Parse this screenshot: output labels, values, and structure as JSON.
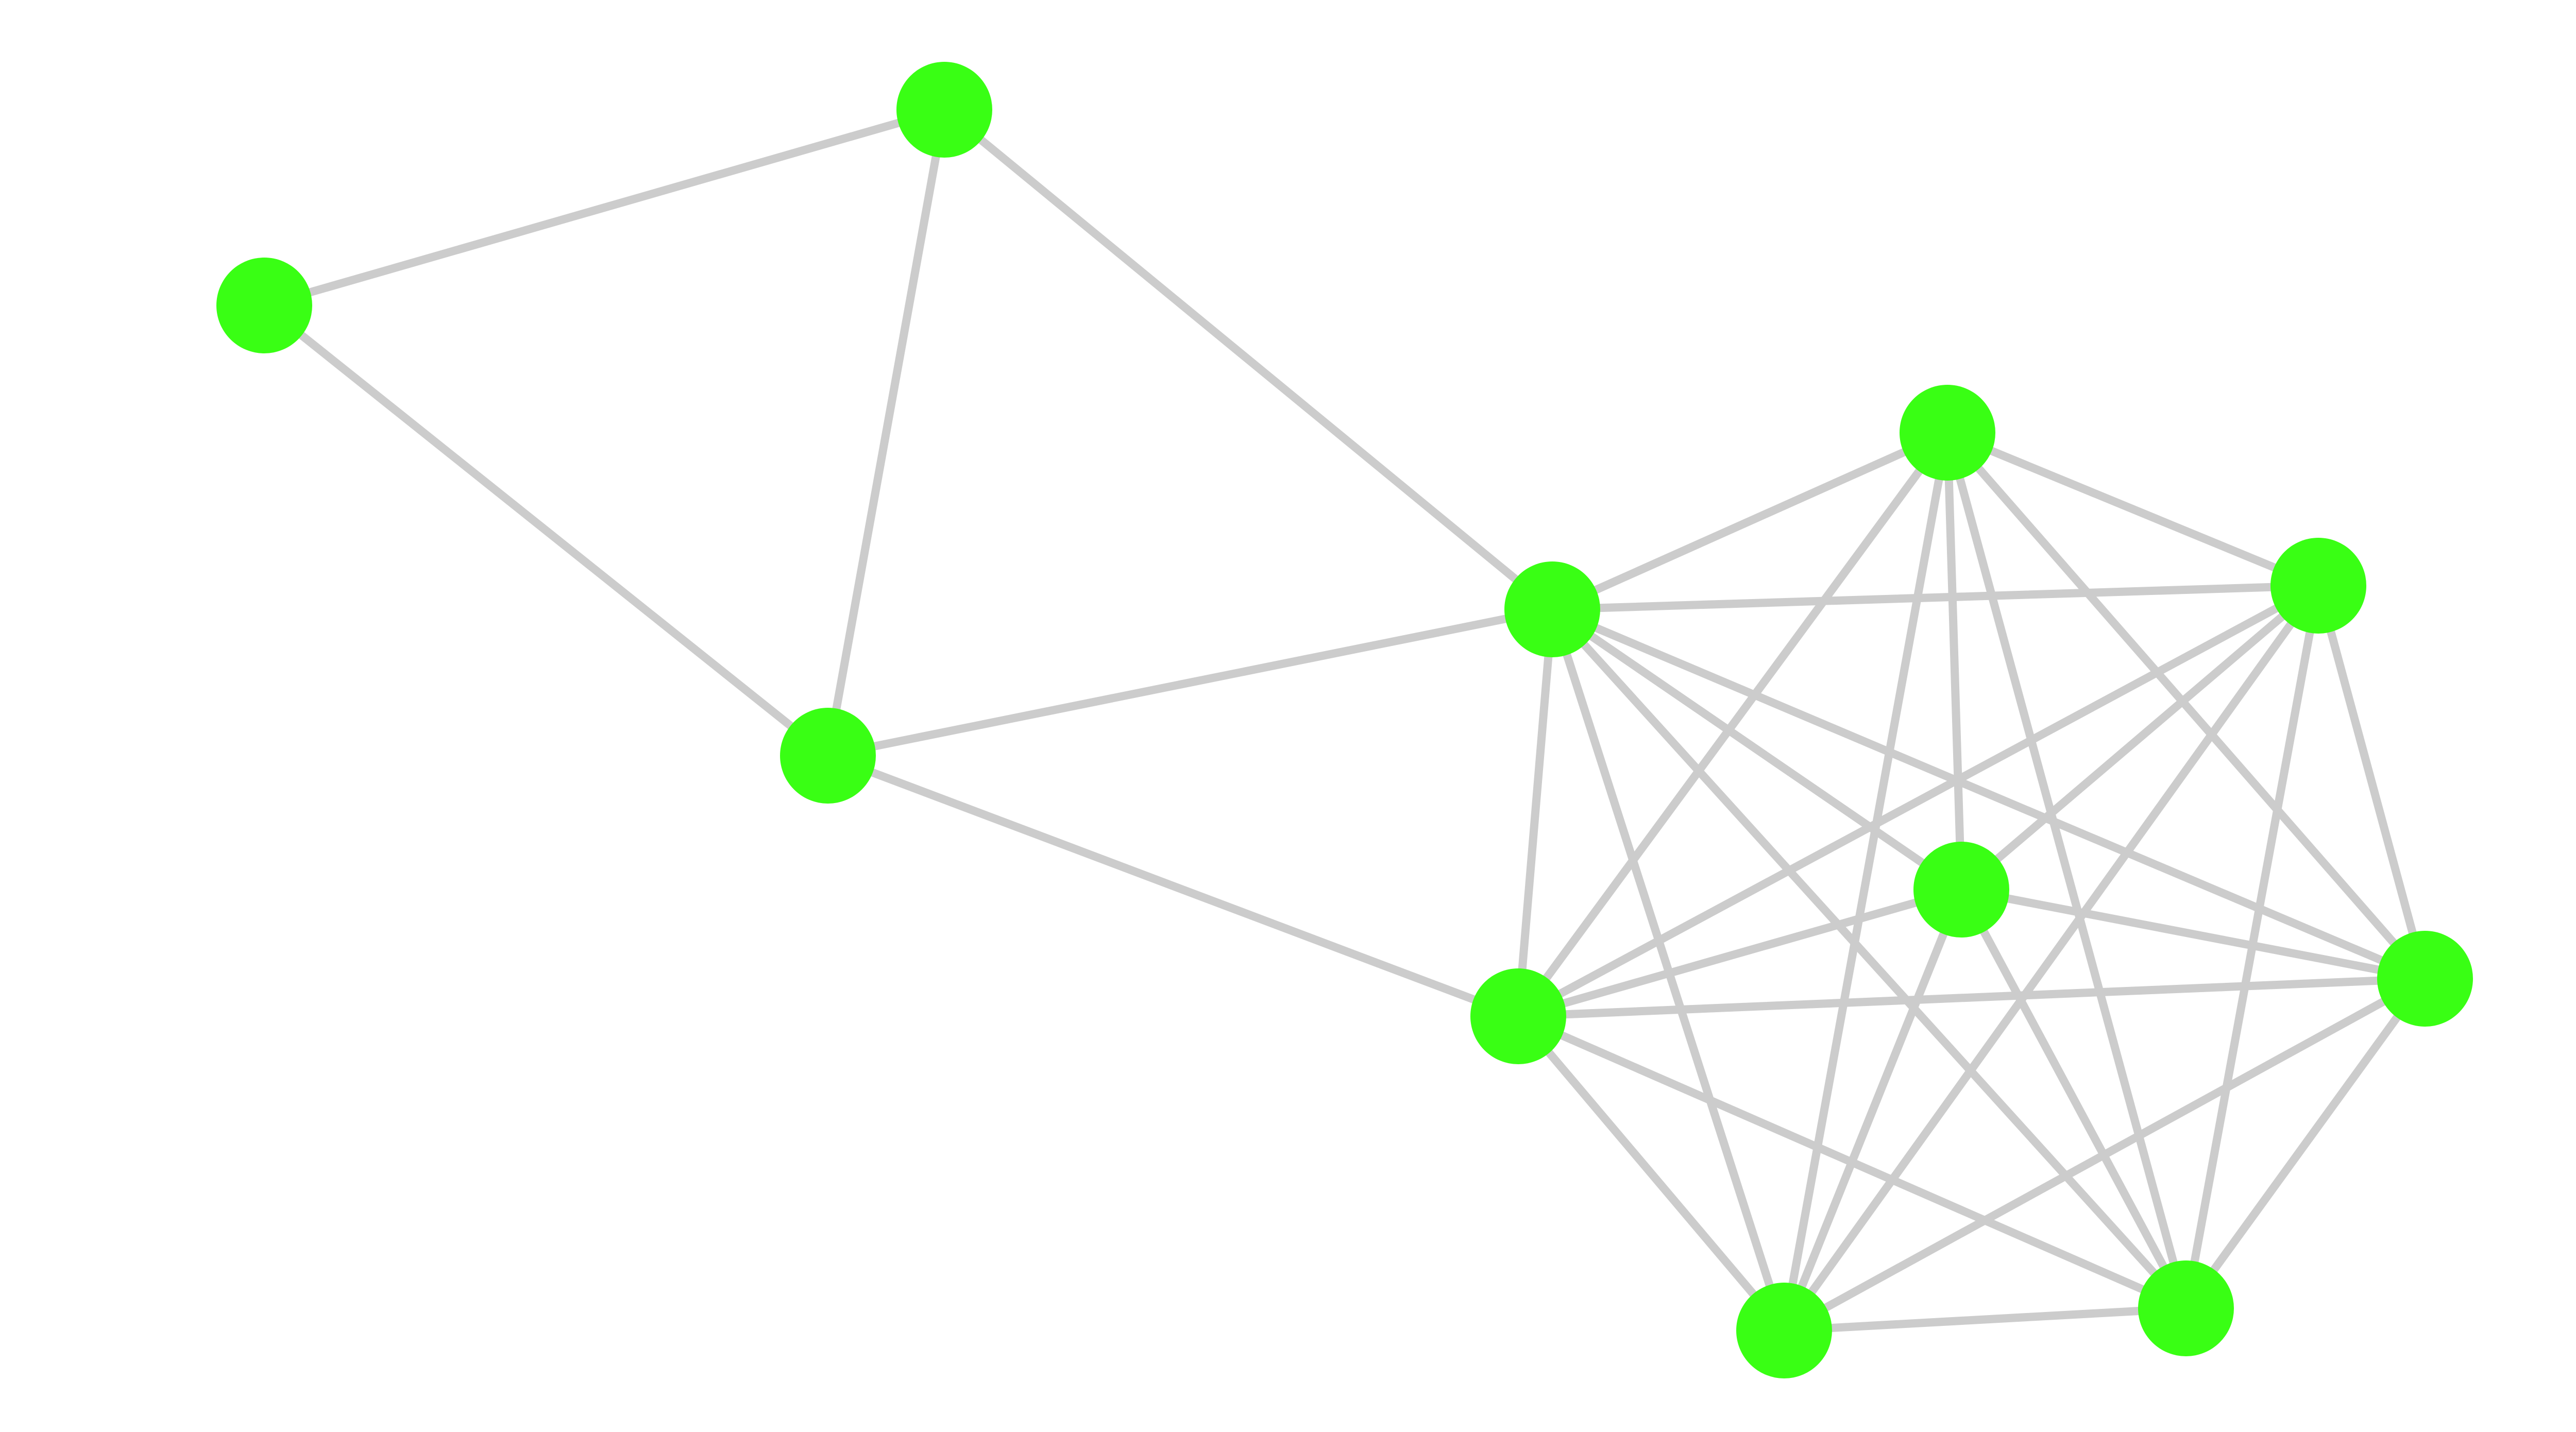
{
  "graph": {
    "node_color": "#39ff14",
    "edge_color": "#cccccc",
    "background_color": "#ffffff",
    "nodes": [
      {
        "id": "n0"
      },
      {
        "id": "n1"
      },
      {
        "id": "n2"
      },
      {
        "id": "n3"
      },
      {
        "id": "n4"
      },
      {
        "id": "n5"
      },
      {
        "id": "n6"
      },
      {
        "id": "n7"
      },
      {
        "id": "n8"
      },
      {
        "id": "n9"
      },
      {
        "id": "n10"
      }
    ],
    "edges": [
      [
        "n0",
        "n1"
      ],
      [
        "n0",
        "n2"
      ],
      [
        "n1",
        "n2"
      ],
      [
        "n1",
        "n3"
      ],
      [
        "n2",
        "n3"
      ],
      [
        "n2",
        "n4"
      ],
      [
        "n3",
        "n4"
      ],
      [
        "n3",
        "n5"
      ],
      [
        "n3",
        "n6"
      ],
      [
        "n3",
        "n7"
      ],
      [
        "n3",
        "n8"
      ],
      [
        "n3",
        "n9"
      ],
      [
        "n3",
        "n10"
      ],
      [
        "n4",
        "n5"
      ],
      [
        "n4",
        "n6"
      ],
      [
        "n4",
        "n7"
      ],
      [
        "n4",
        "n8"
      ],
      [
        "n4",
        "n9"
      ],
      [
        "n4",
        "n10"
      ],
      [
        "n5",
        "n6"
      ],
      [
        "n5",
        "n7"
      ],
      [
        "n5",
        "n8"
      ],
      [
        "n5",
        "n9"
      ],
      [
        "n5",
        "n10"
      ],
      [
        "n6",
        "n7"
      ],
      [
        "n6",
        "n8"
      ],
      [
        "n6",
        "n9"
      ],
      [
        "n6",
        "n10"
      ],
      [
        "n7",
        "n8"
      ],
      [
        "n7",
        "n9"
      ],
      [
        "n7",
        "n10"
      ],
      [
        "n8",
        "n9"
      ],
      [
        "n8",
        "n10"
      ],
      [
        "n9",
        "n10"
      ]
    ]
  }
}
